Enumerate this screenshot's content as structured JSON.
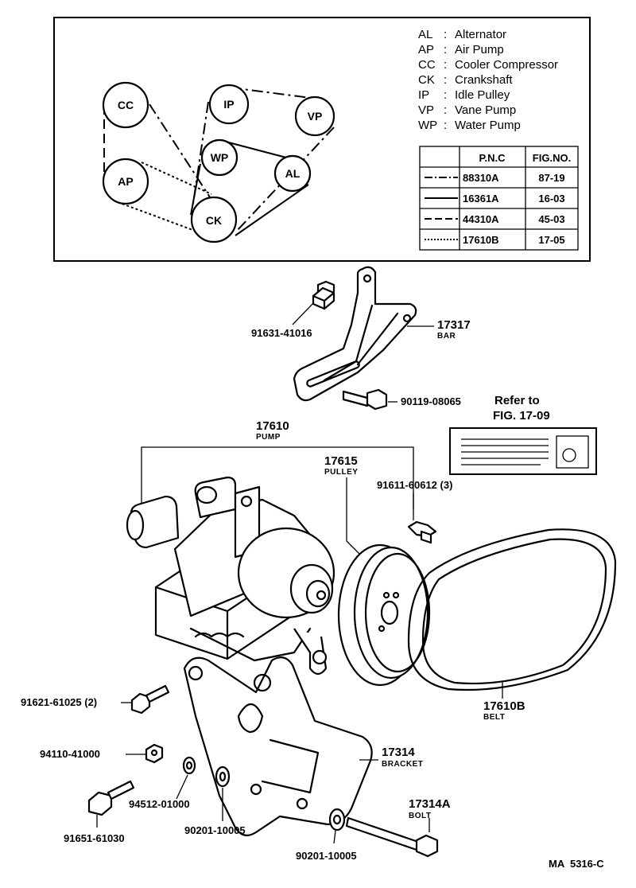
{
  "legend": [
    {
      "code": "AL",
      "sep": ":",
      "name": "Alternator"
    },
    {
      "code": "AP",
      "sep": ":",
      "name": "Air Pump"
    },
    {
      "code": "CC",
      "sep": ":",
      "name": "Cooler Compressor"
    },
    {
      "code": "CK",
      "sep": ":",
      "name": "Crankshaft"
    },
    {
      "code": "IP",
      "sep": ":",
      "name": "Idle Pulley"
    },
    {
      "code": "VP",
      "sep": ":",
      "name": "Vane Pump"
    },
    {
      "code": "WP",
      "sep": ":",
      "name": "Water Pump"
    }
  ],
  "pulleys": {
    "cc": "CC",
    "ap": "AP",
    "ck": "CK",
    "ip": "IP",
    "wp": "WP",
    "vp": "VP",
    "al": "AL"
  },
  "belt_table": {
    "headers": {
      "pnc": "P.N.C",
      "figno": "FIG.NO."
    },
    "rows": [
      {
        "pnc": "88310A",
        "fig": "87-19",
        "line": "dash-dot"
      },
      {
        "pnc": "16361A",
        "fig": "16-03",
        "line": "solid"
      },
      {
        "pnc": "44310A",
        "fig": "45-03",
        "line": "long-dash"
      },
      {
        "pnc": "17610B",
        "fig": "17-05",
        "line": "dotted"
      }
    ]
  },
  "parts": {
    "p91631": "91631-41016",
    "p17317": "17317",
    "p17317_name": "BAR",
    "p90119": "90119-08065",
    "refer_line1": "Refer to",
    "refer_line2": "FIG. 17-09",
    "p17610": "17610",
    "p17610_name": "PUMP",
    "p17615": "17615",
    "p17615_name": "PULLEY",
    "p91611": "91611-60612 (3)",
    "p17610b": "17610B",
    "p17610b_name": "BELT",
    "p91621": "91621-61025 (2)",
    "p94110": "94110-41000",
    "p17314": "17314",
    "p17314_name": "BRACKET",
    "p94512": "94512-01000",
    "p91651": "91651-61030",
    "p90201a": "90201-10005",
    "p90201b": "90201-10005",
    "p17314a": "17314A",
    "p17314a_name": "BOLT"
  },
  "drawing_code": "MA  5316-C"
}
